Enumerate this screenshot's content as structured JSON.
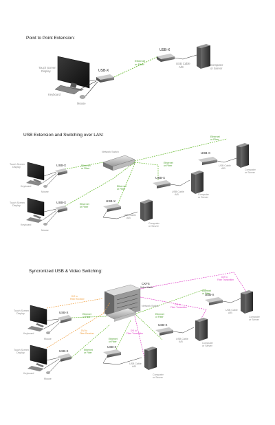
{
  "sections": [
    {
      "title": "Point to Point Extension:",
      "labels": {
        "display": [
          "Touch Screen",
          "Display"
        ],
        "keyboard": "Keyboard",
        "mouse": "Mouse",
        "usbx_local": "USB-X",
        "usbx_remote": "USB-X",
        "link": [
          "Ethernet",
          "or Fiber"
        ],
        "cable": [
          "USB Cable",
          "A/B"
        ],
        "computer": [
          "Computer",
          "or Server"
        ]
      }
    },
    {
      "title": "USB Extension and Switching over LAN:",
      "labels": {
        "switch": "Network Switch",
        "display1": [
          "Touch Screen",
          "Display"
        ],
        "display2": [
          "Touch Screen",
          "Display"
        ],
        "keyboard1": "Keyboard",
        "keyboard2": "Keyboard",
        "mouse1": "Mouse",
        "mouse2": "Mouse",
        "usbx": "USB-X",
        "link": [
          "Ethernet",
          "or Fiber"
        ],
        "cable": [
          "USB Cable",
          "A/B"
        ],
        "computer": [
          "Computer",
          "or Server"
        ]
      }
    },
    {
      "title": "Syncronized USB & Video Switching:",
      "labels": {
        "matrix": [
          "CXFS",
          "Video Matrix"
        ],
        "switch": "Network Switch",
        "display1": [
          "Touch Screen",
          "Display"
        ],
        "display2": [
          "Touch Screen",
          "Display"
        ],
        "keyboard": "Keyboard",
        "mouse": "Mouse",
        "usbx": "USB-X",
        "link": [
          "Ethernet",
          "or Fiber"
        ],
        "video": [
          "DVI to",
          "Fiber Receiver"
        ],
        "video_tx": [
          "DVI to",
          "Fiber Transmitter"
        ],
        "cable": [
          "USB Cable",
          "A/B"
        ],
        "computer": [
          "Computer",
          "or Server"
        ]
      }
    }
  ],
  "colors": {
    "ethernet": "#6fbf3a",
    "usb": "#333333",
    "video_orange": "#f0a040",
    "video_magenta": "#e040c8",
    "label_gray": "#888888",
    "green_label": "#4a9e2a"
  }
}
